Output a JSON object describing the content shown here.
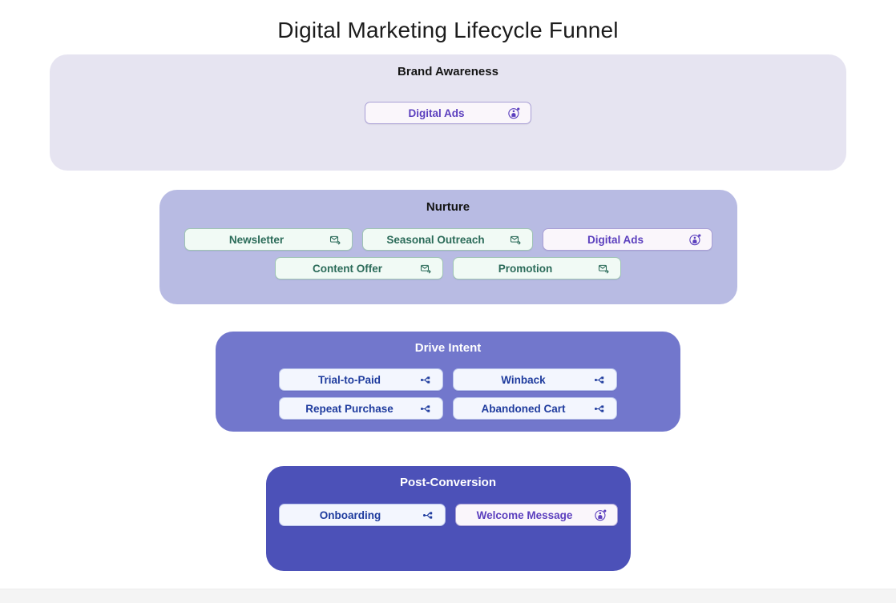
{
  "page": {
    "title": "Digital Marketing Lifecycle Funnel"
  },
  "icons": {
    "email": "email-send-icon",
    "ads": "audience-target-icon",
    "flow": "branch-flow-icon"
  },
  "colors": {
    "stage_1_bg": "#e6e4f1",
    "stage_2_bg": "#b8bbe3",
    "stage_3_bg": "#7277cc",
    "stage_4_bg": "#4c51b8",
    "chip_email_text": "#2b6b59",
    "chip_ads_text": "#5b3fbe",
    "chip_flow_text": "#1f3c9e",
    "title_text": "#1c1c1c"
  },
  "funnel": {
    "stages": [
      {
        "title": "Brand Awareness",
        "rows": [
          [
            {
              "label": "Digital Ads",
              "type": "ads"
            }
          ]
        ]
      },
      {
        "title": "Nurture",
        "rows": [
          [
            {
              "label": "Newsletter",
              "type": "email"
            },
            {
              "label": "Seasonal Outreach",
              "type": "email"
            },
            {
              "label": "Digital Ads",
              "type": "ads"
            }
          ],
          [
            {
              "label": "Content Offer",
              "type": "email"
            },
            {
              "label": "Promotion",
              "type": "email"
            }
          ]
        ]
      },
      {
        "title": "Drive Intent",
        "rows": [
          [
            {
              "label": "Trial-to-Paid",
              "type": "flow"
            },
            {
              "label": "Winback",
              "type": "flow"
            }
          ],
          [
            {
              "label": "Repeat Purchase",
              "type": "flow"
            },
            {
              "label": "Abandoned Cart",
              "type": "flow"
            }
          ]
        ]
      },
      {
        "title": "Post-Conversion",
        "rows": [
          [
            {
              "label": "Onboarding",
              "type": "flow"
            },
            {
              "label": "Welcome Message",
              "type": "ads"
            }
          ]
        ]
      }
    ]
  }
}
